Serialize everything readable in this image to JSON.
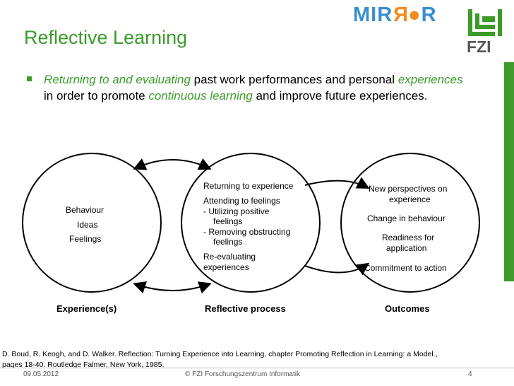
{
  "slide": {
    "title": "Reflective Learning",
    "bullet": {
      "part1": "Returning to and evaluating",
      "part2": " past work performances and personal ",
      "part3": "experiences",
      "part4": " in order to promote ",
      "part5": "continuous learning",
      "part6": " and improve future experiences."
    }
  },
  "logo": {
    "mirror_prefix": "MIR",
    "mirror_reversed": "R",
    "mirror_suffix": "R",
    "fzi": "FZI"
  },
  "diagram": {
    "experience": {
      "items": [
        "Behaviour",
        "Ideas",
        "Feelings"
      ],
      "label": "Experience(s)"
    },
    "reflective": {
      "lines": [
        "Returning to experience",
        "Attending to feelings",
        "- Utilizing positive",
        "   feelings",
        "- Removing obstructing",
        "   feelings",
        "Re-evaluating",
        "experiences"
      ],
      "label": "Reflective process"
    },
    "outcomes": {
      "lines": [
        "New perspectives on",
        "experience",
        "Change in behaviour",
        "Readiness for",
        "application",
        "Commitment to action"
      ],
      "label": "Outcomes"
    }
  },
  "reference": "D. Boud, R. Keogh, and D. Walker. Reflection: Turning Experience into Learning, chapter Promoting Reflection in Learning: a Model., pages 18-40. Routledge Falmer, New York, 1985.",
  "footer": {
    "date": "09.05.2012",
    "copyright": "© FZI Forschungszentrum Informatik",
    "page": "4"
  },
  "colors": {
    "accent_green": "#3d9b2a",
    "mirror_blue": "#3a8fd0",
    "mirror_orange": "#f28c1e"
  }
}
